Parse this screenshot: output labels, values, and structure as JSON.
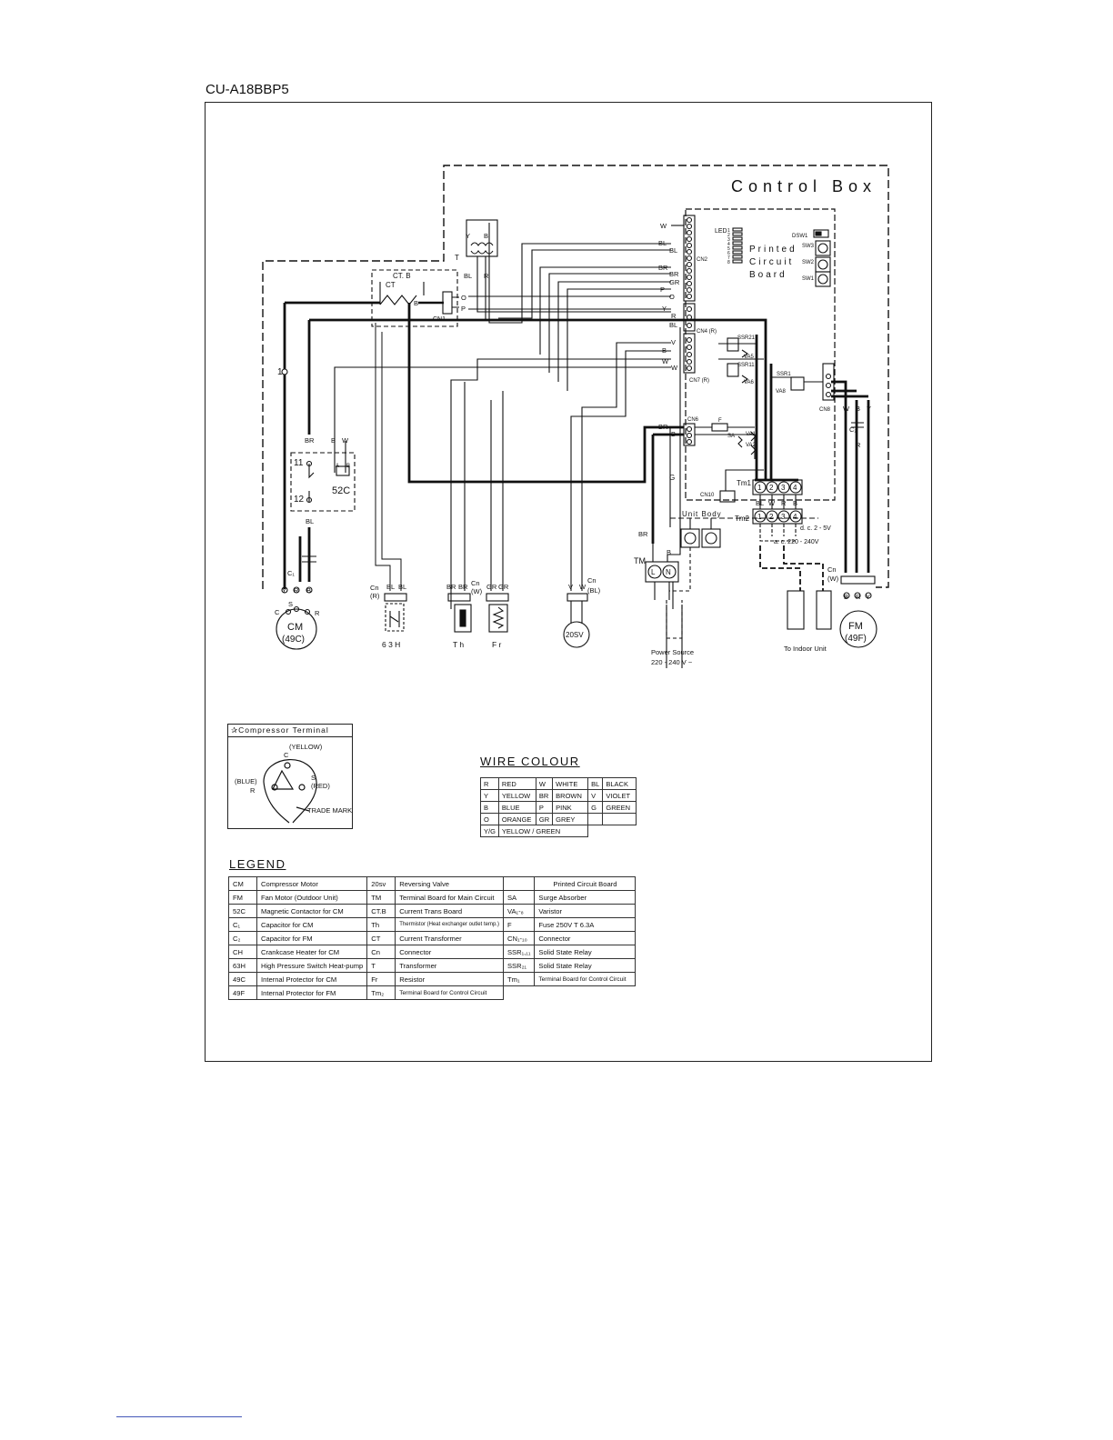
{
  "model": "CU-A18BBP5",
  "control_box": {
    "title": "Control Box",
    "pcb_title": [
      "Printed",
      "Circuit",
      "Board"
    ],
    "led_label": "LED",
    "led_numbers": [
      "1",
      "2",
      "3",
      "4",
      "5",
      "6",
      "7",
      "8"
    ],
    "switches": [
      "DSW1",
      "SW3",
      "SW2",
      "SW1"
    ]
  },
  "diagram": {
    "connectors": [
      "CN1",
      "CN2",
      "CN4 (R)",
      "CN7 (R)",
      "CN6",
      "CN8",
      "CN10",
      "Tm1",
      "Tm2",
      "CT. B",
      "CT",
      "T"
    ],
    "wire_labels_cn2": [
      "W",
      "BL",
      "BL",
      "BR",
      "BR",
      "GR",
      "P",
      "O"
    ],
    "wire_labels_cn4": [
      "Y",
      "R",
      "BL"
    ],
    "wire_labels_cn7": [
      "V",
      "B",
      "W",
      "W"
    ],
    "wire_labels_cn6": [
      "BR",
      "B"
    ],
    "ssr_labels": [
      "SSR21",
      "SSR11",
      "SSR1"
    ],
    "varistor_labels": [
      "VA5",
      "VA6",
      "VA8",
      "VA1",
      "VA2"
    ],
    "fuse_label": "F",
    "sa_label": "SA",
    "g_label": "G",
    "point_1": "1",
    "contactor_label": "52C",
    "contactor_terminals": [
      "11",
      "12"
    ],
    "tm1_terminals": [
      "1",
      "2",
      "3",
      "4"
    ],
    "tm2_terminals": [
      "1",
      "2",
      "3",
      "4"
    ],
    "tm2_wire_labels": [
      "BL",
      "W",
      "R",
      "B"
    ],
    "unit_body": "Unit Body",
    "dc_label": "d. c. 2 - 5V",
    "ac_label": "a. c. 220 - 240V",
    "tm_label": "TM",
    "tm_terminals": [
      "L",
      "N"
    ],
    "cn8_wire_labels": [
      "W",
      "B",
      "Y"
    ],
    "c2_label": "C₂",
    "c1_label": "C₁",
    "fm_wire_labels": [
      "B",
      "R",
      "Y"
    ],
    "cm_terminal_labels": [
      "Y",
      "R",
      "B"
    ],
    "cm_terminal_letters": [
      "C",
      "S",
      "R"
    ],
    "components": {
      "cm": [
        "CM",
        "(49C)"
      ],
      "h63": "6 3 H",
      "th": "T h",
      "fr": "F r",
      "sv": "20SV",
      "fm": [
        "FM",
        "(49F)"
      ]
    },
    "cn_labels": {
      "h63": [
        "Cn",
        "(R)"
      ],
      "th": [
        "Cn",
        "(W)"
      ],
      "sv": [
        "Cn",
        "(BL)"
      ],
      "fm": [
        "Cn",
        "(W)"
      ]
    },
    "h63_wires": [
      "BL",
      "BL"
    ],
    "th_wires": [
      "BR",
      "BR"
    ],
    "fr_wires": [
      "GR",
      "GR"
    ],
    "sv_wires": [
      "V",
      "W"
    ],
    "power_source": [
      "Power Source",
      "220 - 240 V ~"
    ],
    "to_indoor": "To Indoor Unit",
    "transformer_wires": [
      "Y",
      "B",
      "BL",
      "R"
    ],
    "ct_wire": "B",
    "cn1_wires": [
      "O",
      "P"
    ],
    "contactor_top_wires": [
      "BR",
      "B",
      "W"
    ],
    "contactor_bottom_wire": "BL",
    "contactor_ab": [
      "A",
      "B"
    ]
  },
  "compressor_terminal": {
    "title": "✰Compressor Terminal",
    "c": "C",
    "yellow": "(YELLOW)",
    "blue": "(BLUE)",
    "r": "R",
    "s": "S",
    "red": "(RED)",
    "trademark": "TRADE MARK"
  },
  "wire_colour": {
    "title": "WIRE COLOUR",
    "rows": [
      [
        "R",
        "RED",
        "W",
        "WHITE",
        "BL",
        "BLACK"
      ],
      [
        "Y",
        "YELLOW",
        "BR",
        "BROWN",
        "V",
        "VIOLET"
      ],
      [
        "B",
        "BLUE",
        "P",
        "PINK",
        "G",
        "GREEN"
      ],
      [
        "O",
        "ORANGE",
        "GR",
        "GREY",
        "",
        ""
      ]
    ],
    "last_row": [
      "Y/G",
      "YELLOW / GREEN"
    ]
  },
  "legend": {
    "title": "LEGEND",
    "rows": [
      [
        "CM",
        "Compressor Motor",
        "20sv",
        "Reversing Valve",
        "",
        "Printed Circuit Board"
      ],
      [
        "FM",
        "Fan Motor (Outdoor Unit)",
        "TM",
        "Terminal Board for Main Circuit",
        "SA",
        "Surge Absorber"
      ],
      [
        "52C",
        "Magnetic Contactor for CM",
        "CT.B",
        "Current Trans Board",
        "VA₁-₈",
        "Varistor"
      ],
      [
        "C₁",
        "Capacitor for CM",
        "Th",
        "Thermistor (Heat exchanger outlet temp.)",
        "F",
        "Fuse 250V T 6.3A"
      ],
      [
        "C₂",
        "Capacitor for FM",
        "CT",
        "Current Transformer",
        "CN₁-₁₀",
        "Connector"
      ],
      [
        "CH",
        "Crankcase Heater for CM",
        "Cn",
        "Connector",
        "SSR₁,₁₁",
        "Solid State Relay"
      ],
      [
        "63H",
        "High Pressure Switch Heat-pump",
        "T",
        "Transformer",
        "SSR₂₁",
        "Solid State Relay"
      ],
      [
        "49C",
        "Internal Protector for CM",
        "Fr",
        "Resistor",
        "Tm₁",
        "Terminal Board for Control Circuit"
      ]
    ],
    "last_row": [
      "49F",
      "Internal Protector for FM",
      "Tm₂",
      "Terminal Board for Control Circuit"
    ]
  }
}
